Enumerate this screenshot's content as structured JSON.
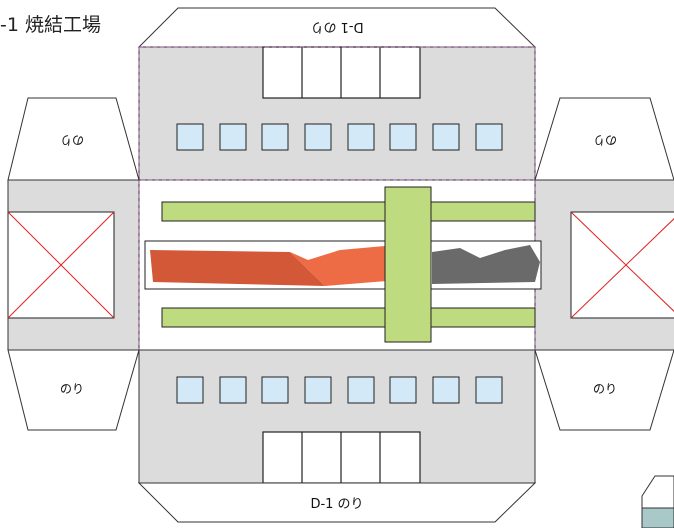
{
  "title": "-1 焼結工場",
  "labels": {
    "top_flap": "D-1 のり",
    "bottom_flap": "D-1 のり",
    "left_top_flap": "のり",
    "right_top_flap": "のり",
    "left_bottom_flap": "のり",
    "right_bottom_flap": "のり"
  },
  "colors": {
    "panel_gray": "#dcdcdc",
    "window_blue": "#d3e9f7",
    "green": "#bfdb7f",
    "rust": "#d25837",
    "orange": "#ee6c45",
    "dark_gray": "#6a6a6a",
    "fold_line": "#b050b0",
    "cross": "#dd2222"
  }
}
